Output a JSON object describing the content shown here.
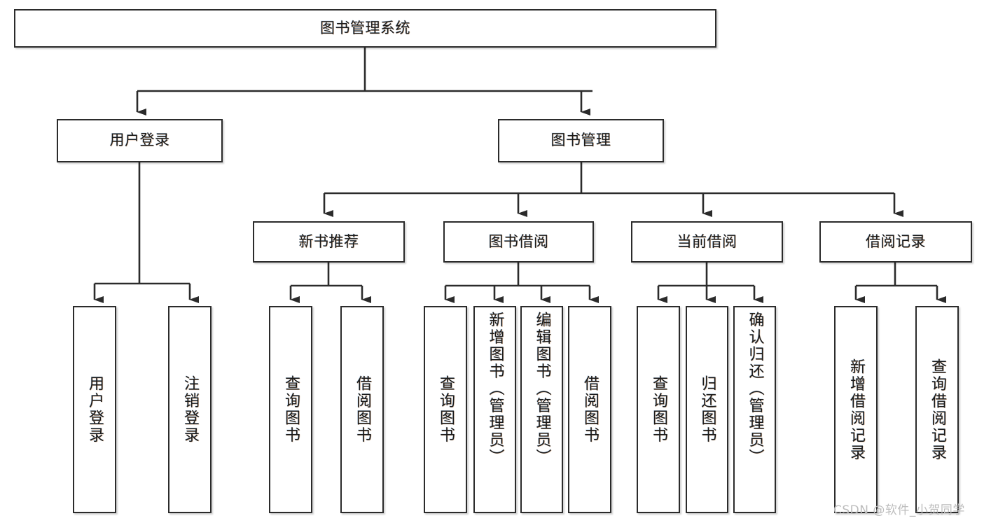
{
  "diagram": {
    "type": "tree-hierarchy",
    "title": "图书管理系统",
    "watermark": "CSDN @软件_小贺同学",
    "colors": {
      "box_stroke": "#2b2b2b",
      "box_fill": "#ffffff",
      "connector": "#2b2b2b",
      "text": "#1a1a1a",
      "watermark": "#bdbdbd"
    },
    "nodes": {
      "root": {
        "label": "图书管理系统"
      },
      "level1": [
        {
          "label": "用户登录"
        },
        {
          "label": "图书管理"
        }
      ],
      "level2": [
        {
          "label": "新书推荐"
        },
        {
          "label": "图书借阅"
        },
        {
          "label": "当前借阅"
        },
        {
          "label": "借阅记录"
        }
      ],
      "leaves": {
        "user_login": [
          {
            "label": "用户登录"
          },
          {
            "label": "注销登录"
          }
        ],
        "new_book_recommend": [
          {
            "label": "查询图书"
          },
          {
            "label": "借阅图书"
          }
        ],
        "book_borrow": [
          {
            "label": "查询图书"
          },
          {
            "label": "新增图书（管理员）"
          },
          {
            "label": "编辑图书（管理员）"
          },
          {
            "label": "借阅图书"
          }
        ],
        "current_borrow": [
          {
            "label": "查询图书"
          },
          {
            "label": "归还图书"
          },
          {
            "label": "确认归还（管理员）"
          }
        ],
        "borrow_record": [
          {
            "label": "新增借阅记录"
          },
          {
            "label": "查询借阅记录"
          }
        ]
      }
    }
  }
}
